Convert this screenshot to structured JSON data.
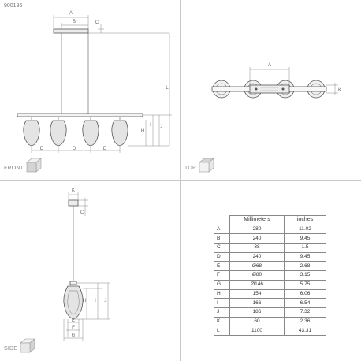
{
  "product_code": "900186",
  "views": {
    "front": "FRONT",
    "top": "TOP",
    "side": "SIDE"
  },
  "dimension_letters": {
    "front": [
      "A",
      "B",
      "C",
      "L",
      "H",
      "I",
      "J",
      "D",
      "D",
      "D"
    ],
    "top": [
      "A",
      "K"
    ],
    "side": [
      "K",
      "C",
      "H",
      "I",
      "J",
      "E",
      "F",
      "G"
    ]
  },
  "table": {
    "headers": [
      "",
      "Millimeters",
      "inches"
    ],
    "rows": [
      {
        "key": "A",
        "mm": "280",
        "in": "11.02"
      },
      {
        "key": "B",
        "mm": "240",
        "in": "9.45"
      },
      {
        "key": "C",
        "mm": "38",
        "in": "1.5"
      },
      {
        "key": "D",
        "mm": "240",
        "in": "9.45"
      },
      {
        "key": "E",
        "mm": "Ø68",
        "in": "2.68"
      },
      {
        "key": "F",
        "mm": "Ø80",
        "in": "3.15"
      },
      {
        "key": "G",
        "mm": "Ø146",
        "in": "5.75"
      },
      {
        "key": "H",
        "mm": "154",
        "in": "6.06"
      },
      {
        "key": "I",
        "mm": "166",
        "in": "6.54"
      },
      {
        "key": "J",
        "mm": "186",
        "in": "7.32"
      },
      {
        "key": "K",
        "mm": "60",
        "in": "2.36"
      },
      {
        "key": "L",
        "mm": "1100",
        "in": "43.31"
      }
    ]
  },
  "colors": {
    "line": "#555555",
    "dimension": "#888888",
    "shade": "#e4e4e4",
    "grid": "#c8c8c8"
  }
}
